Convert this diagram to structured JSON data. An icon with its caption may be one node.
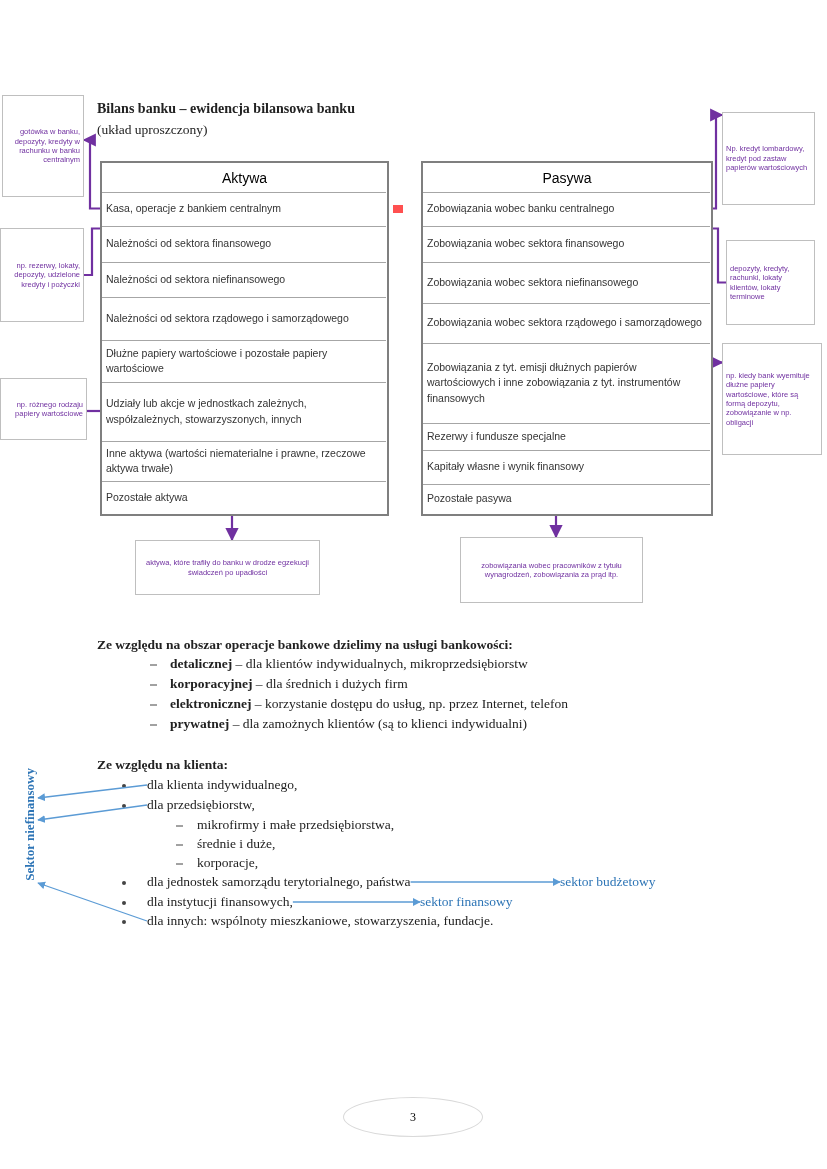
{
  "diagram": {
    "title": "Bilans banku – ewidencja bilansowa banku",
    "nodes": [
      {
        "text": [
          "gotówka w banku, depozyty, kredyty w rachunku w banku centralnym"
        ]
      },
      {
        "text": [
          "Np. kredyt lombardowy, kredyt pod zastaw papierów wartościowych"
        ]
      },
      {
        "text": [
          "Aktywa"
        ]
      },
      {
        "text": [
          "Kasa, operacje z bankiem centralnym"
        ],
        "in": 2
      },
      {
        "text": [
          "Należności od sektora finansowego"
        ],
        "in": 2
      },
      {
        "text": [
          "Należności od sektora niefinansowego"
        ],
        "in": 2
      },
      {
        "text": [
          "Należności od sektora rządowego i samorządowego"
        ],
        "in": 2
      },
      {
        "text": [
          "Dłużne papiery wartościowe i pozostałe papiery wartościowe"
        ],
        "in": 2
      },
      {
        "text": [
          "Udziały lub akcje w jednostkach zależnych, współzależnych, stowarzyszonych, innych"
        ],
        "in": 2
      },
      {
        "text": [
          "Inne aktywa (wartości niematerialne i prawne, rzeczowe aktywa trwałe)"
        ],
        "in": 2
      },
      {
        "text": [
          "Pozostałe aktywa"
        ],
        "in": 2
      },
      {
        "text": [
          "Pasywa"
        ]
      },
      {
        "text": [
          "Zobowiązania wobec banku centralnego"
        ],
        "in": 11
      },
      {
        "text": [
          "Zobowiązania wobec sektora finansowego"
        ],
        "in": 11
      },
      {
        "text": [
          "Zobowiązania wobec sektora niefinansowego"
        ],
        "in": 11
      },
      {
        "text": [
          "Zobowiązania wobec sektora rządowego i samorządowego"
        ],
        "in": 11
      },
      {
        "text": [
          "Zobowiązania z tyt. emisji dłużnych papierów wartościowych i inne zobowiązania z tyt. instrumentów finansowych"
        ],
        "in": 11
      },
      {
        "text": [
          "Rezerwy i fundusze specjalne"
        ],
        "in": 11
      },
      {
        "text": [
          "Kapitały własne i wynik finansowy"
        ],
        "in": 11
      },
      {
        "text": [
          "Pozostałe pasywa"
        ],
        "in": 11
      },
      {
        "text": [
          "np. rezerwy, lokaty, depozyty, udzielone kredyty i pożyczki"
        ]
      },
      {
        "text": [
          "depozyty, kredyty, rachunki, lokaty klientów, lokaty terminowe"
        ]
      },
      {
        "text": [
          "np. różnego rodzaju papiery wartościowe"
        ]
      },
      {
        "text": [
          "np. kiedy bank wyemituje dłużne papiery wartościowe, które są formą depozytu, zobowiązanie w np. obligacji"
        ]
      },
      {
        "text": [
          "aktywa, które trafiły do banku w drodze egzekucji świadczeń po upadłości"
        ]
      },
      {
        "text": [
          "zobowiązania wobec pracowników z tytułu wynagrodzeń, zobowiązania za prąd itp."
        ]
      },
      {
        "text": [
          "Sektor niefinansowy"
        ]
      },
      {
        "text": [
          "dla klienta indywidualnego,"
        ]
      },
      {
        "text": [
          "dla przedsiębiorstw,"
        ]
      },
      {
        "text": [
          "dla jednostek samorządu terytorialnego, państwa"
        ]
      },
      {
        "text": [
          "sektor budżetowy"
        ]
      },
      {
        "text": [
          "dla instytucji finansowych,"
        ]
      },
      {
        "text": [
          "sektor finansowy"
        ]
      },
      {
        "text": [
          "dla innych: wspólnoty mieszkaniowe, stowarzyszenia, fundacje."
        ]
      },
      {
        "text": [
          "3"
        ]
      }
    ],
    "edges": [
      {
        "from": 3,
        "to": 0,
        "arrow": "to"
      },
      {
        "from": 12,
        "to": 1,
        "arrow": "to"
      },
      {
        "from": 4,
        "to": 20,
        "arrow": "none"
      },
      {
        "from": 13,
        "to": 21,
        "arrow": "none"
      },
      {
        "from": 8,
        "to": 22,
        "arrow": "none"
      },
      {
        "from": 16,
        "to": 23,
        "arrow": "to"
      },
      {
        "from": 10,
        "to": 24,
        "arrow": "to"
      },
      {
        "from": 19,
        "to": 25,
        "arrow": "to"
      },
      {
        "from": 27,
        "to": 26,
        "arrow": "to",
        "color": "#5b9bd5"
      },
      {
        "from": 28,
        "to": 26,
        "arrow": "to",
        "color": "#5b9bd5"
      },
      {
        "from": 33,
        "to": 26,
        "arrow": "to",
        "color": "#5b9bd5"
      },
      {
        "from": 29,
        "to": 30,
        "arrow": "to",
        "color": "#5b9bd5"
      },
      {
        "from": 31,
        "to": 32,
        "arrow": "to",
        "color": "#5b9bd5"
      }
    ],
    "labels": [
      "(układ uproszczony)",
      "Ze względu na obszar operacje bankowe dzielimy na usługi bankowości:",
      "**detalicznej** – dla klientów indywidualnych, mikroprzedsiębiorstw",
      "**korporacyjnej** – dla średnich i dużych firm",
      "**elektronicznej** – korzystanie dostępu do usług, np. przez Internet, telefon",
      "**prywatnej** – dla zamożnych klientów (są to klienci indywidualni)",
      "Ze względu na klienta:",
      "mikrofirmy i małe przedsiębiorstwa,",
      "średnie i duże,",
      "korporacje,"
    ]
  }
}
